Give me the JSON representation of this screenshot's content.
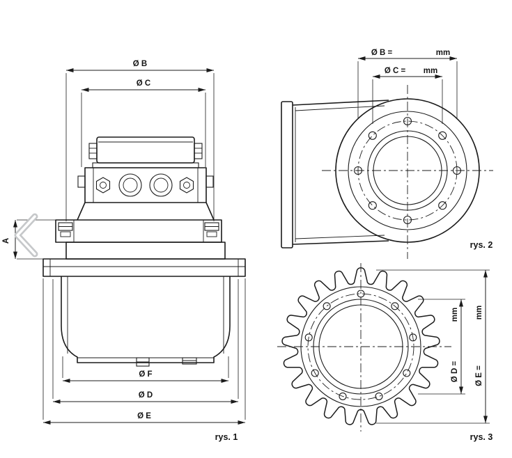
{
  "colors": {
    "line": "#1b1b1b",
    "chevron": "#c6c8ca",
    "background": "#ffffff"
  },
  "figures": {
    "fig1": {
      "caption": "rys. 1",
      "dims": {
        "b": "Ø B",
        "c": "Ø C",
        "a": "A",
        "f": "Ø F",
        "d": "Ø D",
        "e": "Ø E"
      }
    },
    "fig2": {
      "caption": "rys. 2",
      "dims": {
        "b_label": "Ø B =",
        "b_unit": "mm",
        "c_label": "Ø C =",
        "c_unit": "mm"
      }
    },
    "fig3": {
      "caption": "rys. 3",
      "dims": {
        "d_label": "Ø D =",
        "d_unit": "mm",
        "e_label": "Ø E =",
        "e_unit": "mm"
      }
    }
  }
}
